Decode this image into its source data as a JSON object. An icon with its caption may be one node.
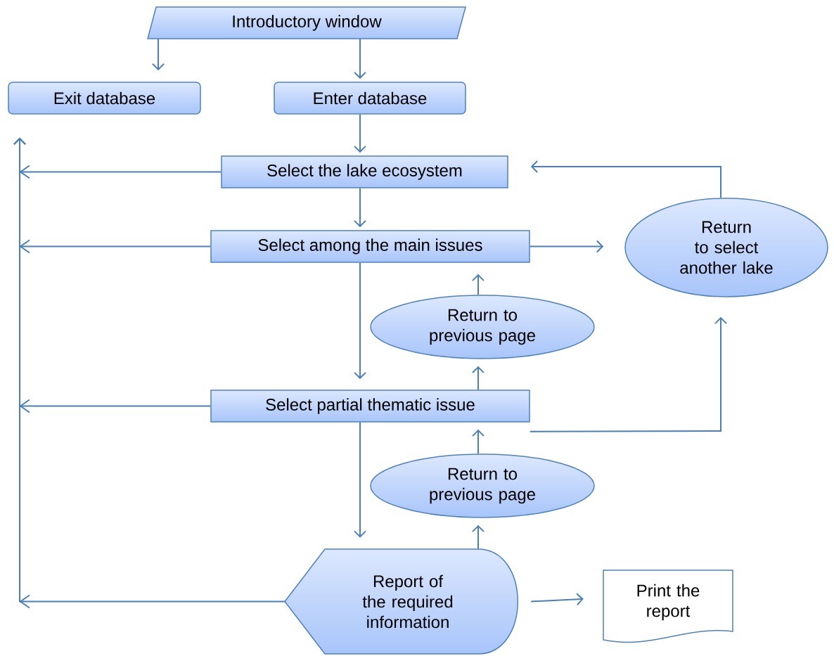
{
  "diagram": {
    "nodes": [
      {
        "text": [
          "Introductory window"
        ]
      },
      {
        "text": [
          "Exit database"
        ]
      },
      {
        "text": [
          "Enter database"
        ]
      },
      {
        "text": [
          "Select the lake ecosystem"
        ]
      },
      {
        "text": [
          "Select among the main issues"
        ]
      },
      {
        "text": [
          "Return to previous page"
        ]
      },
      {
        "text": [
          "Select partial thematic issue"
        ]
      },
      {
        "text": [
          "Return to previous page"
        ]
      },
      {
        "text": [
          "Report of the required information"
        ]
      },
      {
        "text": [
          "Print the report"
        ]
      },
      {
        "text": [
          "Return to select another lake"
        ]
      }
    ],
    "edges": [
      {
        "from": 0,
        "to": 1,
        "arrow": "to"
      },
      {
        "from": 0,
        "to": 2,
        "arrow": "to"
      },
      {
        "from": 2,
        "to": 3,
        "arrow": "to"
      },
      {
        "from": 3,
        "to": 4,
        "arrow": "to"
      },
      {
        "from": 4,
        "to": 6,
        "arrow": "to"
      },
      {
        "from": 5,
        "to": 4,
        "arrow": "to"
      },
      {
        "from": 6,
        "to": 5,
        "arrow": "to"
      },
      {
        "from": 6,
        "to": 8,
        "arrow": "to"
      },
      {
        "from": 8,
        "to": 7,
        "arrow": "to"
      },
      {
        "from": 7,
        "to": 6,
        "arrow": "to"
      },
      {
        "from": 4,
        "to": 10,
        "arrow": "to"
      },
      {
        "from": 6,
        "to": 10,
        "arrow": "to"
      },
      {
        "from": 10,
        "to": 3,
        "arrow": "to"
      },
      {
        "from": 8,
        "to": 9,
        "arrow": "to"
      },
      {
        "from": 3,
        "to": 1,
        "arrow": "to"
      },
      {
        "from": 4,
        "to": 1,
        "arrow": "to"
      },
      {
        "from": 6,
        "to": 1,
        "arrow": "to"
      },
      {
        "from": 8,
        "to": 1,
        "arrow": "to"
      }
    ]
  }
}
